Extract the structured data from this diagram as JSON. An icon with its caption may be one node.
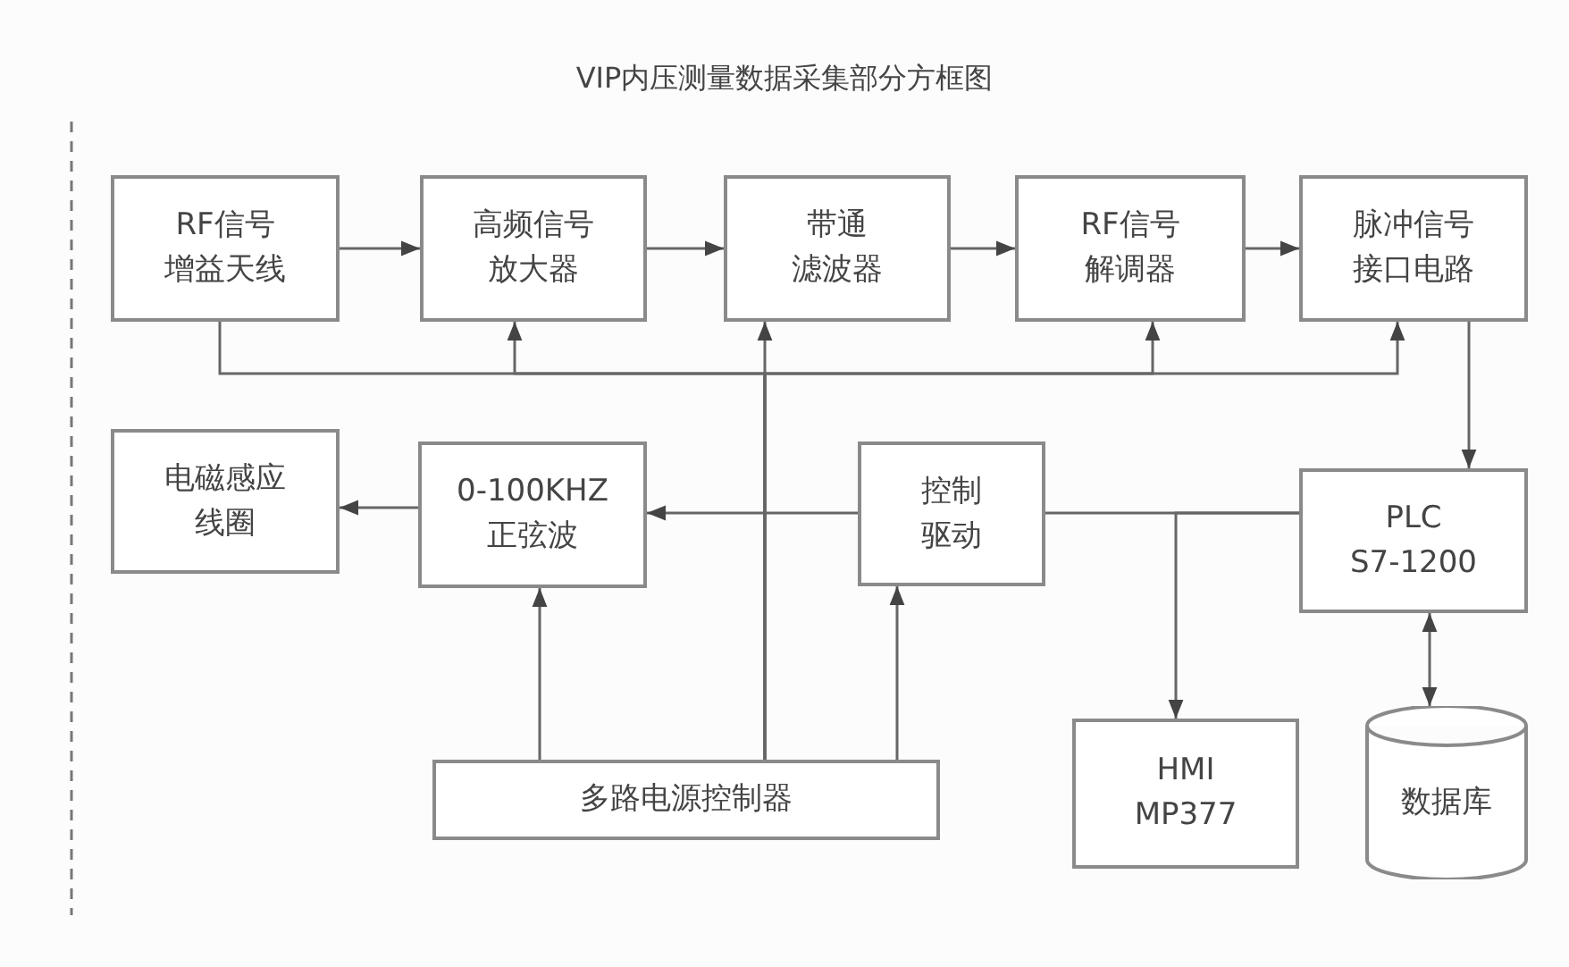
{
  "diagram": {
    "title": "VIP内压测量数据采集部分方框图",
    "nodes": [
      {
        "text": [
          "RF信号增益天线"
        ]
      },
      {
        "text": [
          "高频信号放大器"
        ]
      },
      {
        "text": [
          "带通滤波器"
        ]
      },
      {
        "text": [
          "RF信号解调器"
        ]
      },
      {
        "text": [
          "脉冲信号接口电路"
        ]
      },
      {
        "text": [
          "电磁感应线圈"
        ]
      },
      {
        "text": [
          "0-100KHZ 正弦波"
        ]
      },
      {
        "text": [
          "控制驱动"
        ]
      },
      {
        "text": [
          "PLC S7-1200"
        ]
      },
      {
        "text": [
          "多路电源控制器"
        ]
      },
      {
        "text": [
          "HMI MP377"
        ]
      },
      {
        "text": [
          "数据库"
        ]
      }
    ],
    "edges": [
      {
        "from": 0,
        "to": 1,
        "arrow": "to"
      },
      {
        "from": 1,
        "to": 2,
        "arrow": "to"
      },
      {
        "from": 2,
        "to": 3,
        "arrow": "to"
      },
      {
        "from": 3,
        "to": 4,
        "arrow": "to"
      },
      {
        "from": 9,
        "to": 0,
        "arrow": "none"
      },
      {
        "from": 9,
        "to": 1,
        "arrow": "to"
      },
      {
        "from": 9,
        "to": 2,
        "arrow": "to"
      },
      {
        "from": 9,
        "to": 3,
        "arrow": "to"
      },
      {
        "from": 9,
        "to": 4,
        "arrow": "to"
      },
      {
        "from": 4,
        "to": 8,
        "arrow": "to"
      },
      {
        "from": 8,
        "to": 7,
        "arrow": "none"
      },
      {
        "from": 8,
        "to": 10,
        "arrow": "to"
      },
      {
        "from": 7,
        "to": 6,
        "arrow": "to"
      },
      {
        "from": 6,
        "to": 5,
        "arrow": "to"
      },
      {
        "from": 9,
        "to": 6,
        "arrow": "to"
      },
      {
        "from": 9,
        "to": 7,
        "arrow": "to"
      },
      {
        "from": 8,
        "to": 11,
        "arrow": "both"
      }
    ]
  }
}
